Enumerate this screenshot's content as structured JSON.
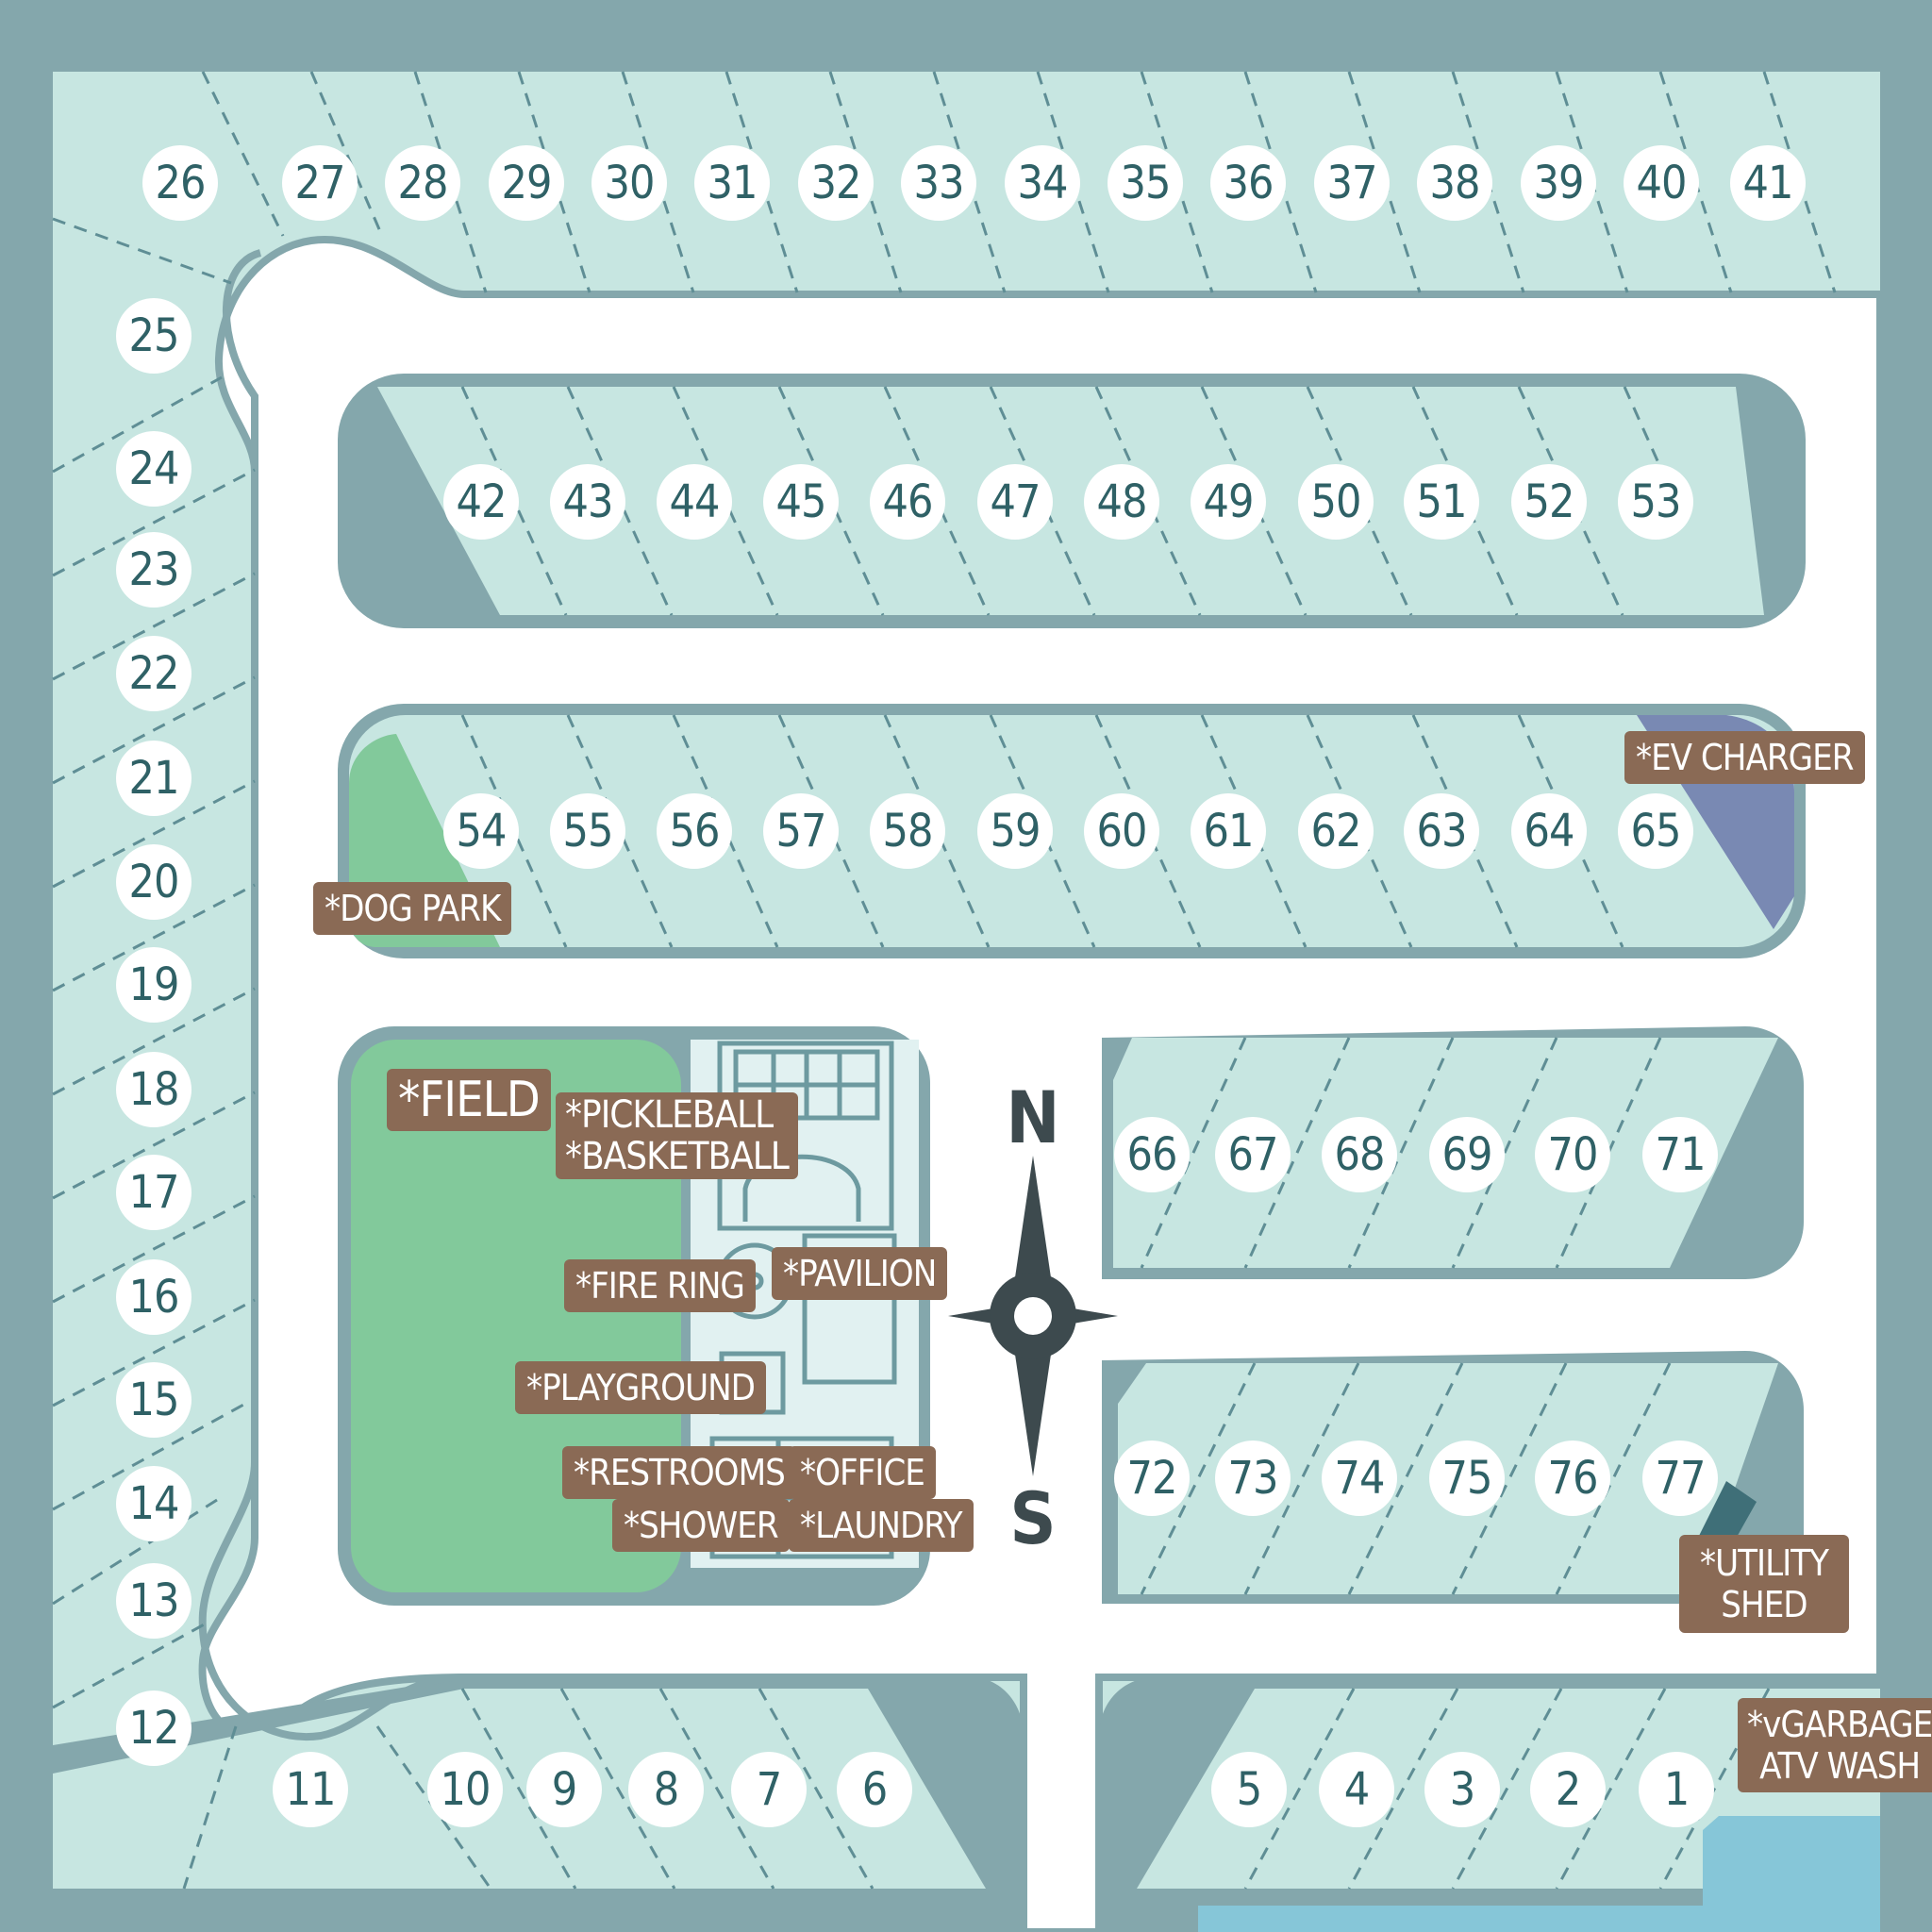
{
  "map": {
    "compass": {
      "north": "N",
      "south": "S"
    },
    "sites": [
      {
        "id": "site-1",
        "label": "1"
      },
      {
        "id": "site-2",
        "label": "2"
      },
      {
        "id": "site-3",
        "label": "3"
      },
      {
        "id": "site-4",
        "label": "4"
      },
      {
        "id": "site-5",
        "label": "5"
      },
      {
        "id": "site-6",
        "label": "6"
      },
      {
        "id": "site-7",
        "label": "7"
      },
      {
        "id": "site-8",
        "label": "8"
      },
      {
        "id": "site-9",
        "label": "9"
      },
      {
        "id": "site-10",
        "label": "10"
      },
      {
        "id": "site-11",
        "label": "11"
      },
      {
        "id": "site-12",
        "label": "12"
      },
      {
        "id": "site-13",
        "label": "13"
      },
      {
        "id": "site-14",
        "label": "14"
      },
      {
        "id": "site-15",
        "label": "15"
      },
      {
        "id": "site-16",
        "label": "16"
      },
      {
        "id": "site-17",
        "label": "17"
      },
      {
        "id": "site-18",
        "label": "18"
      },
      {
        "id": "site-19",
        "label": "19"
      },
      {
        "id": "site-20",
        "label": "20"
      },
      {
        "id": "site-21",
        "label": "21"
      },
      {
        "id": "site-22",
        "label": "22"
      },
      {
        "id": "site-23",
        "label": "23"
      },
      {
        "id": "site-24",
        "label": "24"
      },
      {
        "id": "site-25",
        "label": "25"
      },
      {
        "id": "site-26",
        "label": "26"
      },
      {
        "id": "site-27",
        "label": "27"
      },
      {
        "id": "site-28",
        "label": "28"
      },
      {
        "id": "site-29",
        "label": "29"
      },
      {
        "id": "site-30",
        "label": "30"
      },
      {
        "id": "site-31",
        "label": "31"
      },
      {
        "id": "site-32",
        "label": "32"
      },
      {
        "id": "site-33",
        "label": "33"
      },
      {
        "id": "site-34",
        "label": "34"
      },
      {
        "id": "site-35",
        "label": "35"
      },
      {
        "id": "site-36",
        "label": "36"
      },
      {
        "id": "site-37",
        "label": "37"
      },
      {
        "id": "site-38",
        "label": "38"
      },
      {
        "id": "site-39",
        "label": "39"
      },
      {
        "id": "site-40",
        "label": "40"
      },
      {
        "id": "site-41",
        "label": "41"
      },
      {
        "id": "site-42",
        "label": "42"
      },
      {
        "id": "site-43",
        "label": "43"
      },
      {
        "id": "site-44",
        "label": "44"
      },
      {
        "id": "site-45",
        "label": "45"
      },
      {
        "id": "site-46",
        "label": "46"
      },
      {
        "id": "site-47",
        "label": "47"
      },
      {
        "id": "site-48",
        "label": "48"
      },
      {
        "id": "site-49",
        "label": "49"
      },
      {
        "id": "site-50",
        "label": "50"
      },
      {
        "id": "site-51",
        "label": "51"
      },
      {
        "id": "site-52",
        "label": "52"
      },
      {
        "id": "site-53",
        "label": "53"
      },
      {
        "id": "site-54",
        "label": "54"
      },
      {
        "id": "site-55",
        "label": "55"
      },
      {
        "id": "site-56",
        "label": "56"
      },
      {
        "id": "site-57",
        "label": "57"
      },
      {
        "id": "site-58",
        "label": "58"
      },
      {
        "id": "site-59",
        "label": "59"
      },
      {
        "id": "site-60",
        "label": "60"
      },
      {
        "id": "site-61",
        "label": "61"
      },
      {
        "id": "site-62",
        "label": "62"
      },
      {
        "id": "site-63",
        "label": "63"
      },
      {
        "id": "site-64",
        "label": "64"
      },
      {
        "id": "site-65",
        "label": "65"
      },
      {
        "id": "site-66",
        "label": "66"
      },
      {
        "id": "site-67",
        "label": "67"
      },
      {
        "id": "site-68",
        "label": "68"
      },
      {
        "id": "site-69",
        "label": "69"
      },
      {
        "id": "site-70",
        "label": "70"
      },
      {
        "id": "site-71",
        "label": "71"
      },
      {
        "id": "site-72",
        "label": "72"
      },
      {
        "id": "site-73",
        "label": "73"
      },
      {
        "id": "site-74",
        "label": "74"
      },
      {
        "id": "site-75",
        "label": "75"
      },
      {
        "id": "site-76",
        "label": "76"
      },
      {
        "id": "site-77",
        "label": "77"
      }
    ],
    "amenities": [
      {
        "id": "field",
        "label": "*FIELD"
      },
      {
        "id": "pickleball-basketball",
        "label": "*PICKLEBALL\n*BASKETBALL"
      },
      {
        "id": "fire-ring",
        "label": "*FIRE RING"
      },
      {
        "id": "pavilion",
        "label": "*PAVILION"
      },
      {
        "id": "playground",
        "label": "*PLAYGROUND"
      },
      {
        "id": "restrooms",
        "label": "*RESTROOMS"
      },
      {
        "id": "office",
        "label": "*OFFICE"
      },
      {
        "id": "shower",
        "label": "*SHOWER"
      },
      {
        "id": "laundry",
        "label": "*LAUNDRY"
      },
      {
        "id": "dog-park",
        "label": "*DOG PARK"
      },
      {
        "id": "ev-charger",
        "label": "*EV CHARGER"
      },
      {
        "id": "utility-shed",
        "label": "*UTILITY\nSHED"
      },
      {
        "id": "garbage-atv-wash",
        "label": "*vGARBAGE\nATV WASH"
      }
    ],
    "colors": {
      "border": "#84a7ac",
      "site_fill": "#c7e6e1",
      "road": "#ffffff",
      "field": "#82c99b",
      "facility": "#e1f1f1",
      "amenity_label": "#8a6a55",
      "ev": "#7989b3",
      "water": "#86c6d8",
      "compass": "#3d4a4e"
    }
  }
}
